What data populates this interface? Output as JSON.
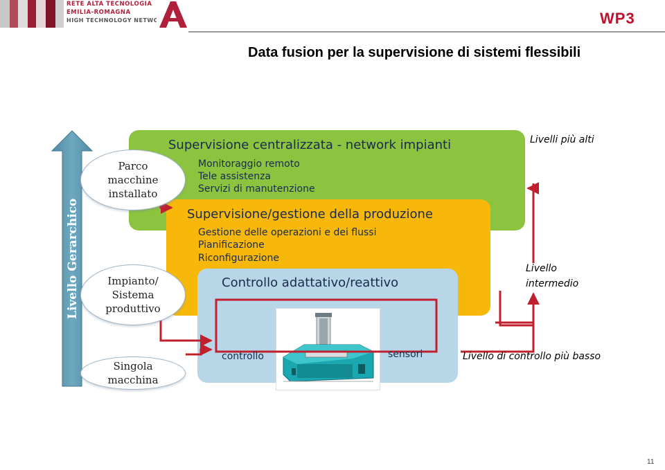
{
  "header": {
    "logo_line1": "RETE ALTA TECNOLOGIA",
    "logo_line2": "EMILIA-ROMAGNA",
    "logo_line3": "HIGH TECHNOLOGY NETWORK",
    "wp": "WP3"
  },
  "title": "Data fusion per la supervisione di sistemi flessibili",
  "axis": {
    "label": "Livello Gerarchico"
  },
  "levels": {
    "top": "Parco macchine installato",
    "middle": "Impianto/ Sistema produttivo",
    "bottom": "Singola macchina"
  },
  "boxes": {
    "green": {
      "title": "Supervisione centralizzata - network impianti",
      "items": [
        "Monitoraggio remoto",
        "Tele assistenza",
        "Servizi di manutenzione"
      ]
    },
    "orange": {
      "title": "Supervisione/gestione della produzione",
      "items": [
        "Gestione delle operazioni e dei flussi",
        "Pianificazione",
        "Riconfigurazione"
      ]
    },
    "blue": {
      "title": "Controllo adattativo/reattivo",
      "controllo": "controllo",
      "sensori": "sensori"
    }
  },
  "side_labels": {
    "high": "Livelli più alti",
    "mid_line1": "Livello",
    "mid_line2": "intermedio",
    "low": "Livello di controllo più basso"
  },
  "colors": {
    "green": "#8cc43f",
    "orange": "#f7b80a",
    "blue": "#b7d7e8",
    "arrow_red": "#c0202e",
    "axis_arrow": "#5f9bb2"
  },
  "page_number": "11"
}
